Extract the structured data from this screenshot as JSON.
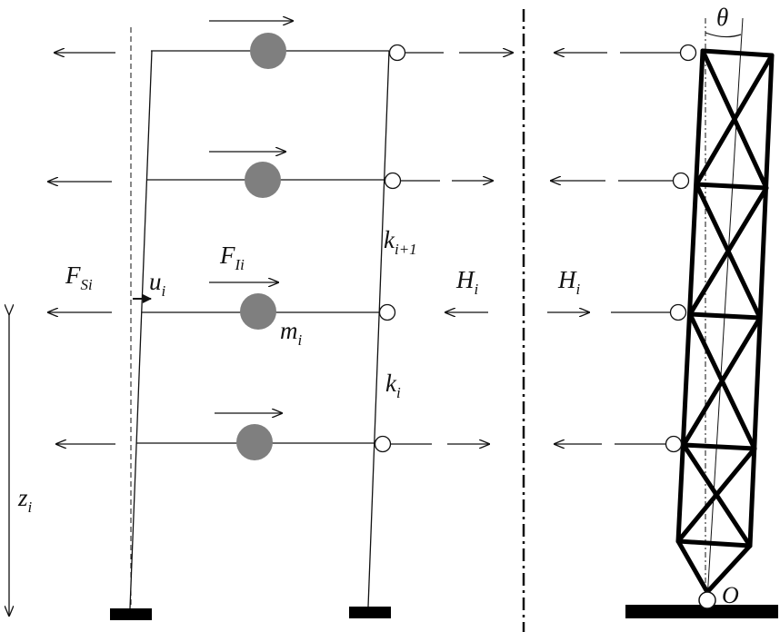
{
  "labels": {
    "force_spring": {
      "main": "F",
      "sub": "Si"
    },
    "displacement": {
      "main": "u",
      "sub": "i"
    },
    "force_inertia": {
      "main": "F",
      "sub": "Ii"
    },
    "mass": {
      "main": "m",
      "sub": "i"
    },
    "stiffness_upper": {
      "main": "k",
      "sub": "i+1"
    },
    "stiffness_lower": {
      "main": "k",
      "sub": "i"
    },
    "interaction_left": {
      "main": "H",
      "sub": "i"
    },
    "interaction_right": {
      "main": "H",
      "sub": "i"
    },
    "height": {
      "main": "z",
      "sub": "i"
    },
    "rotation": "θ",
    "pivot": "O"
  },
  "floors": 4
}
